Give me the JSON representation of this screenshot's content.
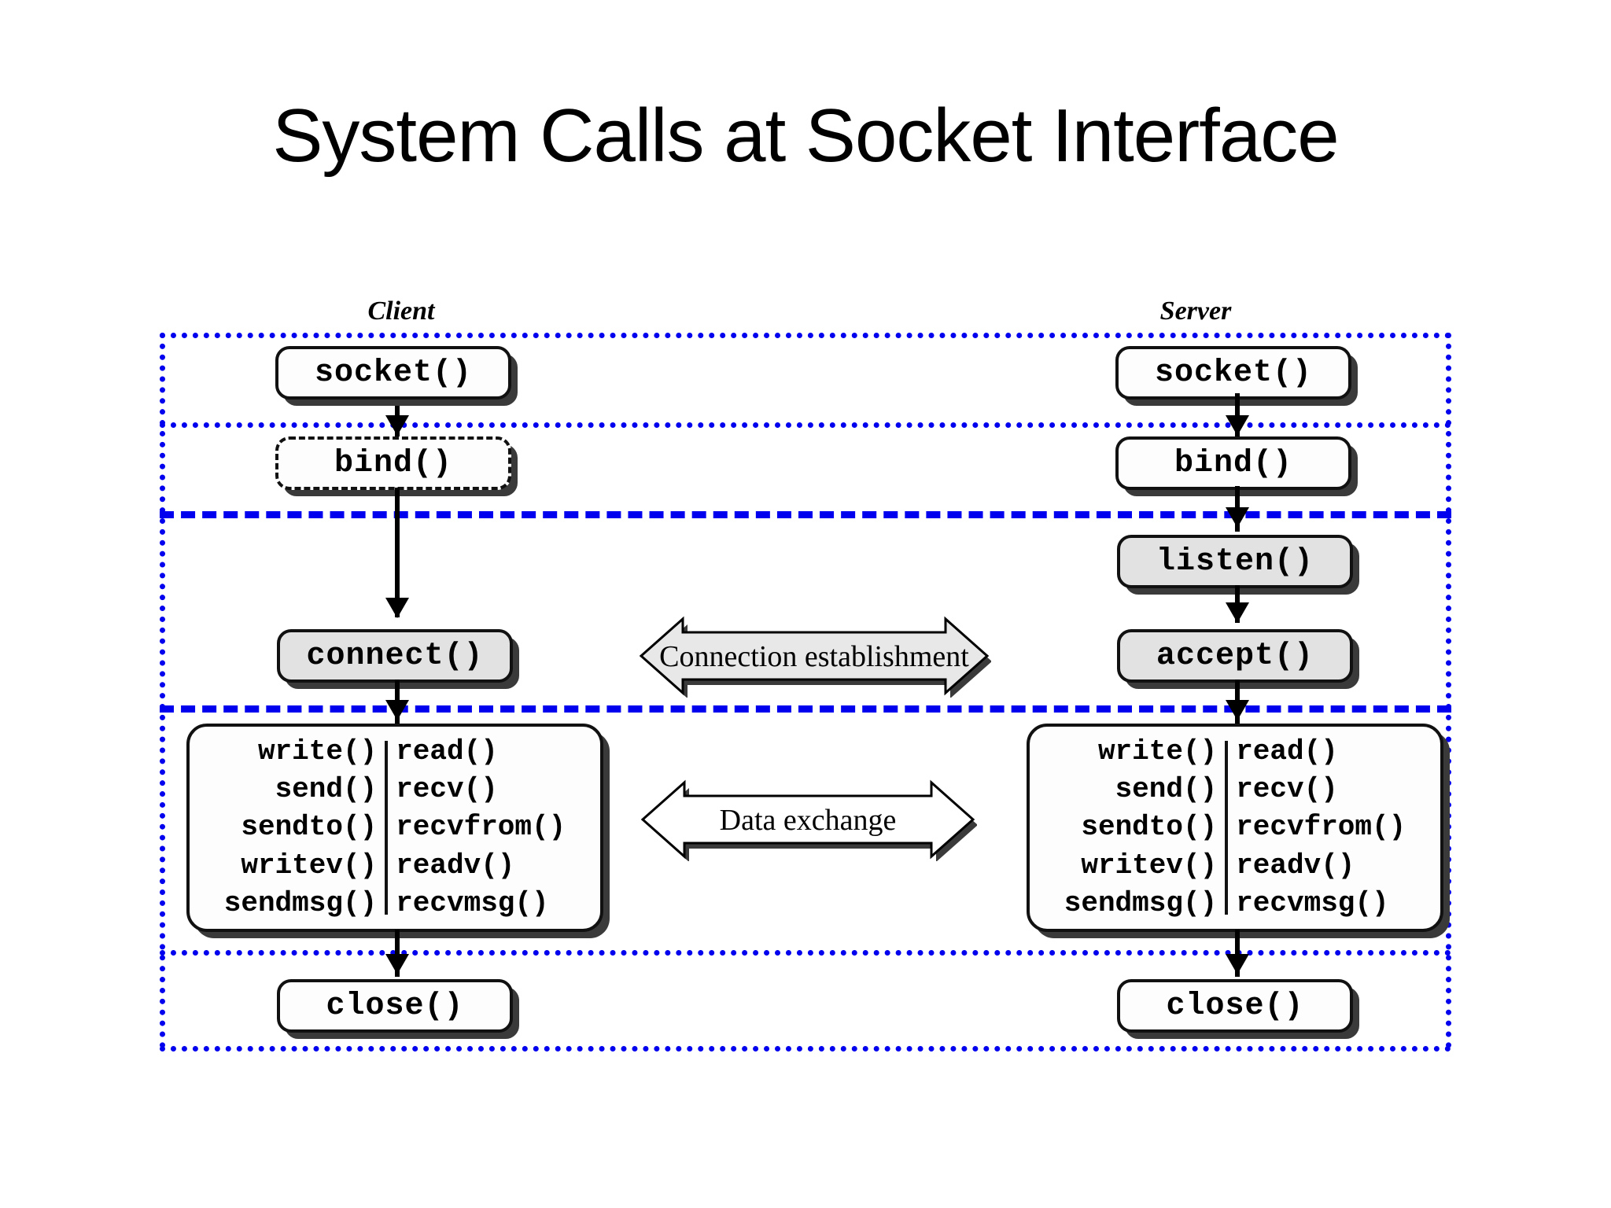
{
  "slide": {
    "title": "System Calls at Socket Interface"
  },
  "diagram": {
    "columns": {
      "client_label": "Client",
      "server_label": "Server"
    },
    "colors": {
      "frame": "#0000EE",
      "node_fill": "#FDFDFD",
      "highlight_fill": "#E2E2E2",
      "stroke": "#111111",
      "shadow": "#3A3A3A"
    },
    "client_nodes": {
      "socket": "socket()",
      "bind": "bind()",
      "connect": "connect()",
      "close": "close()"
    },
    "server_nodes": {
      "socket": "socket()",
      "bind": "bind()",
      "listen": "listen()",
      "accept": "accept()",
      "close": "close()"
    },
    "io_calls": {
      "send_column": [
        "write()",
        "send()",
        "sendto()",
        "writev()",
        "sendmsg()"
      ],
      "recv_column": [
        "read()",
        "recv()",
        "recvfrom()",
        "readv()",
        "recvmsg()"
      ]
    },
    "arrows": {
      "connection_establishment": "Connection establishment",
      "data_exchange": "Data exchange"
    }
  }
}
